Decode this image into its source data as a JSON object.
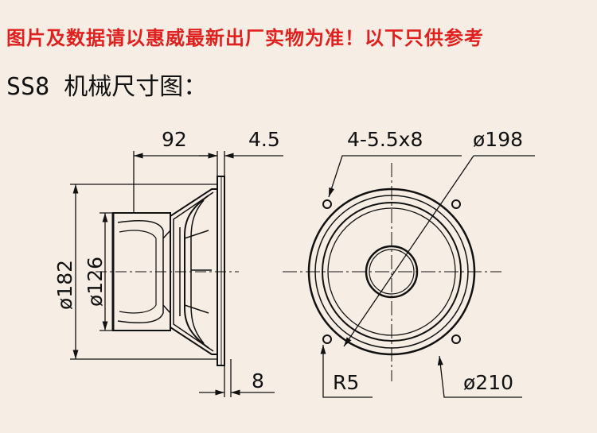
{
  "notice": "图片及数据请以惠威最新出厂实物为准！以下只供参考",
  "heading": "SS8 机械尺寸图：",
  "dimensions": {
    "depth": "92",
    "flange": "4.5",
    "mount_holes": "4-5.5x8",
    "mount_diameter": "ø198",
    "overall_height": "ø182",
    "magnet_diameter": "ø126",
    "rear_flange": "8",
    "corner_radius": "R5",
    "outer_diameter": "ø210"
  },
  "colors": {
    "notice": "#e0201e",
    "line": "#111111",
    "background": "#f6ede4"
  }
}
